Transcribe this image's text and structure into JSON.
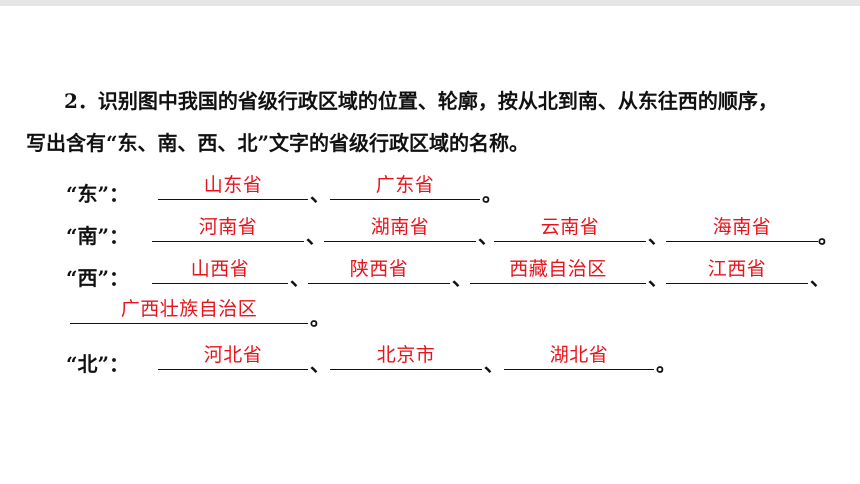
{
  "question": {
    "line1": "2．识别图中我国的省级行政区域的位置、轮廓，按从北到南、从东往西的顺序，",
    "line2": "写出含有“东、南、西、北”文字的省级行政区域的名称。"
  },
  "dong": {
    "label": "“东”：",
    "answers": [
      "山东省",
      "广东省"
    ]
  },
  "nan": {
    "label": "“南”：",
    "answers": [
      "河南省",
      "湖南省",
      "云南省",
      "海南省"
    ]
  },
  "xi": {
    "label": "“西”：",
    "answers": [
      "山西省",
      "陕西省",
      "西藏自治区",
      "江西省",
      "广西壮族自治区"
    ]
  },
  "bei": {
    "label": "“北”：",
    "answers": [
      "河北省",
      "北京市",
      "湖北省"
    ]
  },
  "punct": {
    "comma": "、",
    "period": "。"
  }
}
